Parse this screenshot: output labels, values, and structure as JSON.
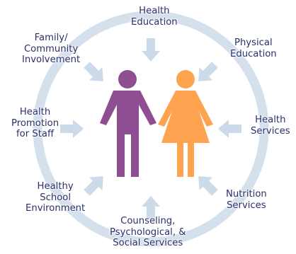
{
  "colors": {
    "ring": "#d5e0ed",
    "arrow": "#ccdaea",
    "male_figure": "#8f4d92",
    "female_figure": "#fea34f",
    "label_text": "#2b2f6b"
  },
  "labels": {
    "health_education": "Health\nEducation",
    "physical_education": "Physical\nEducation",
    "health_services": "Health\nServices",
    "nutrition_services": "Nutrition\nServices",
    "counseling": "Counseling,\nPsychological, &\nSocial Services",
    "healthy_school_environment": "Healthy\nSchool\nEnvironment",
    "health_promotion_staff": "Health\nPromotion\nfor Staff",
    "family_community": "Family/\nCommunity\nInvolvement"
  }
}
